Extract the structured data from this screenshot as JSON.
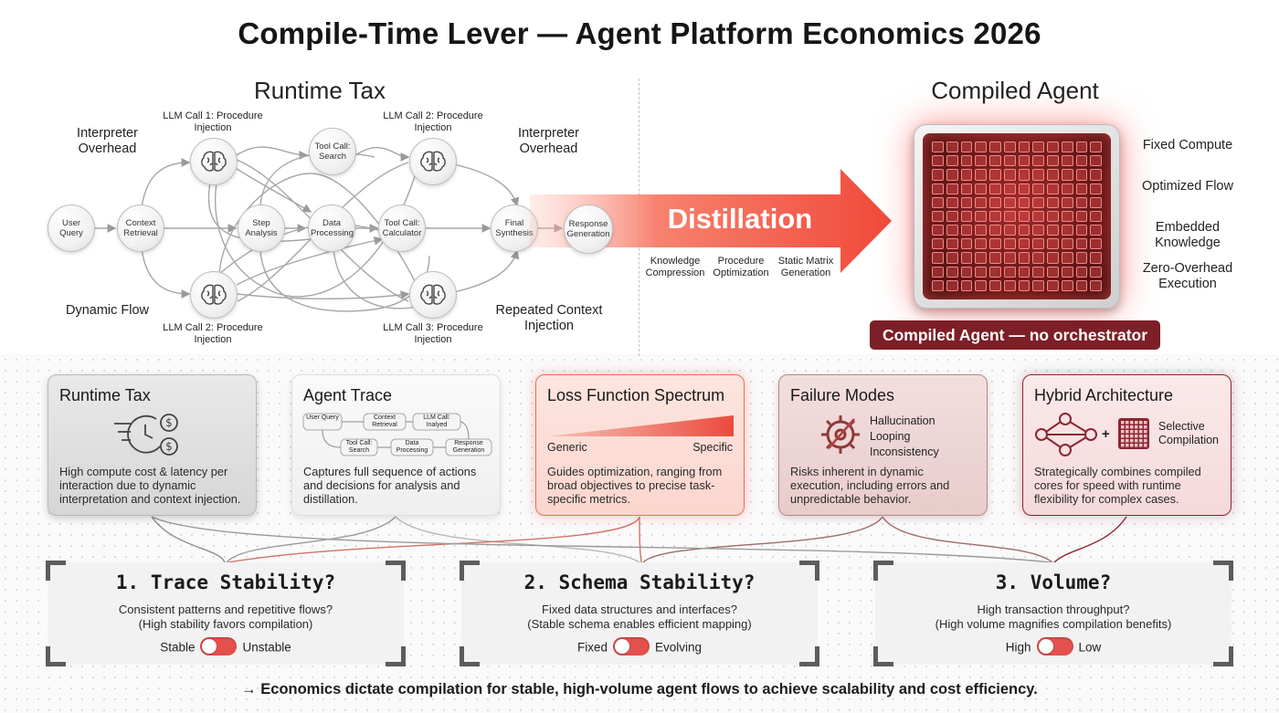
{
  "title": "Compile-Time Lever — Agent Platform Economics 2026",
  "runtime_section": {
    "title": "Runtime Tax",
    "labels": {
      "interpreter_overhead_left": "Interpreter Overhead",
      "dynamic_flow": "Dynamic Flow",
      "interpreter_overhead_right": "Interpreter Overhead",
      "repeated_context": "Repeated Context Injection",
      "llm_call_1_top": "LLM Call 1: Procedure Injection",
      "llm_call_2_top": "LLM Call 2: Procedure Injection",
      "llm_call_2_bottom": "LLM Call 2: Procedure Injection",
      "llm_call_3_bottom": "LLM Call 3: Procedure Injection"
    },
    "nodes": {
      "user_query": "User Query",
      "context_retrieval": "Context Retrieval",
      "step_analysis": "Step Analysis",
      "data_processing": "Data Processing",
      "tool_call_search": "Tool Call: Search",
      "tool_call_calculator": "Tool Call: Calculator",
      "final_synthesis": "Final Synthesis",
      "response_generation": "Response Generation"
    }
  },
  "distillation": {
    "label": "Distillation",
    "steps": [
      "Knowledge Compression",
      "Procedure Optimization",
      "Static Matrix Generation"
    ]
  },
  "compiled_section": {
    "title": "Compiled Agent",
    "features": [
      "Fixed Compute",
      "Optimized Flow",
      "Embedded Knowledge",
      "Zero-Overhead Execution"
    ],
    "badge": "Compiled Agent — no orchestrator"
  },
  "cards": [
    {
      "title": "Runtime Tax",
      "text": "High compute cost & latency per interaction due to dynamic interpretation and context injection."
    },
    {
      "title": "Agent Trace",
      "text": "Captures full sequence of actions and decisions for analysis and distillation."
    },
    {
      "title": "Loss Function Spectrum",
      "text": "Guides optimization, ranging from broad objectives to precise task-specific metrics."
    },
    {
      "title": "Failure Modes",
      "text": "Risks inherent in dynamic execution, including errors and unpredictable behavior."
    },
    {
      "title": "Hybrid Architecture",
      "text": "Strategically combines compiled cores for speed with runtime flexibility for complex cases."
    }
  ],
  "agent_trace_mini": {
    "user_query": "User Query",
    "context_retrieval": "Context Retrieval",
    "llm_call": "LLM Call: Inalyed",
    "tool_call_search": "Tool Call: Search",
    "data_processing": "Data Processing",
    "response_generation": "Response Generation"
  },
  "loss_spectrum": {
    "left": "Generic",
    "right": "Specific"
  },
  "failure_modes": {
    "items": [
      "Hallucination",
      "Looping",
      "Inconsistency"
    ]
  },
  "hybrid": {
    "plus": "+",
    "label": "Selective Compilation"
  },
  "questions": [
    {
      "title": "1. Trace Stability?",
      "line1": "Consistent patterns and repetitive flows?",
      "line2": "(High stability favors compilation)",
      "left": "Stable",
      "right": "Unstable"
    },
    {
      "title": "2. Schema Stability?",
      "line1": "Fixed data structures and interfaces?",
      "line2": "(Stable schema enables efficient mapping)",
      "left": "Fixed",
      "right": "Evolving"
    },
    {
      "title": "3. Volume?",
      "line1": "High transaction throughput?",
      "line2": "(High volume magnifies compilation benefits)",
      "left": "High",
      "right": "Low"
    }
  ],
  "footer": "→ Economics dictate compilation for stable, high-volume agent flows to achieve scalability and cost efficiency.",
  "colors": {
    "accent_red": "#e4514c",
    "badge": "#7c1f27",
    "arrow": "#f25a4a"
  }
}
